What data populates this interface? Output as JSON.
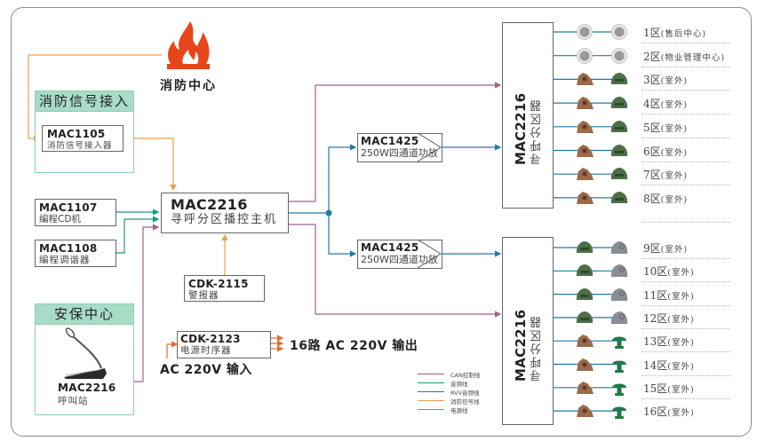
{
  "title_fire_center": "消防中心",
  "groups": {
    "fire_signal": {
      "title": "消防信号接入"
    },
    "security": {
      "title": "安保中心"
    }
  },
  "devices": {
    "mac1105": {
      "model": "MAC1105",
      "desc": "消防信号接入器"
    },
    "mac1107": {
      "model": "MAC1107",
      "desc": "编程CD机"
    },
    "mac1108": {
      "model": "MAC1108",
      "desc": "编程调谐器"
    },
    "main_host": {
      "model": "MAC2216",
      "desc": "寻呼分区播控主机"
    },
    "cdk2115": {
      "model": "CDK-2115",
      "desc": "警报器"
    },
    "cdk2123": {
      "model": "CDK-2123",
      "desc": "电源时序器"
    },
    "call_station": {
      "model": "MAC2216",
      "desc": "呼叫站"
    },
    "amp1": {
      "model": "MAC1425",
      "desc": "250W四通道功放"
    },
    "amp2": {
      "model": "MAC1425",
      "desc": "250W四通道功放"
    },
    "zoner1": {
      "model": "MAC2216",
      "desc": "寻呼分区器"
    },
    "zoner2": {
      "model": "MAC2216",
      "desc": "寻呼分区器"
    }
  },
  "power": {
    "input_label": "AC 220V 输入",
    "output_label": "16路 AC 220V 输出"
  },
  "zones": [
    {
      "name": "1区",
      "sub": "(售后中心)",
      "speakers": [
        "ceiling",
        "ceiling"
      ]
    },
    {
      "name": "2区",
      "sub": "(物业管理中心)",
      "speakers": [
        "ceiling",
        "ceiling"
      ]
    },
    {
      "name": "3区",
      "sub": "(室外)",
      "speakers": [
        "rock-brown",
        "frog-green"
      ]
    },
    {
      "name": "4区",
      "sub": "(室外)",
      "speakers": [
        "rock-brown",
        "frog-green"
      ]
    },
    {
      "name": "5区",
      "sub": "(室外)",
      "speakers": [
        "rock-brown",
        "frog-green"
      ]
    },
    {
      "name": "6区",
      "sub": "(室外)",
      "speakers": [
        "rock-brown",
        "frog-green"
      ]
    },
    {
      "name": "7区",
      "sub": "(室外)",
      "speakers": [
        "rock-brown",
        "frog-green"
      ]
    },
    {
      "name": "8区",
      "sub": "(室外)",
      "speakers": [
        "rock-brown",
        "frog-green"
      ]
    },
    {
      "name": "9区",
      "sub": "(室外)",
      "speakers": [
        "frog-green",
        "rock-grey"
      ]
    },
    {
      "name": "10区",
      "sub": "(室外)",
      "speakers": [
        "frog-green",
        "rock-grey"
      ]
    },
    {
      "name": "11区",
      "sub": "(室外)",
      "speakers": [
        "frog-green",
        "rock-grey"
      ]
    },
    {
      "name": "12区",
      "sub": "(室外)",
      "speakers": [
        "frog-green",
        "rock-grey"
      ]
    },
    {
      "name": "13区",
      "sub": "(室外)",
      "speakers": [
        "rock-brown",
        "mushroom-green"
      ]
    },
    {
      "name": "14区",
      "sub": "(室外)",
      "speakers": [
        "rock-brown",
        "mushroom-green"
      ]
    },
    {
      "name": "15区",
      "sub": "(室外)",
      "speakers": [
        "rock-brown",
        "mushroom-green"
      ]
    },
    {
      "name": "16区",
      "sub": "(室外)",
      "speakers": [
        "rock-brown",
        "mushroom-green"
      ]
    }
  ],
  "legend": [
    {
      "label": "CAN控制线",
      "color": "#a0608e"
    },
    {
      "label": "音频线",
      "color": "#1a9a7a"
    },
    {
      "label": "RVV音频线",
      "color": "#1f7aa8"
    },
    {
      "label": "消防信号线",
      "color": "#e8a050"
    },
    {
      "label": "电源线",
      "color": "#e07030"
    }
  ],
  "colors": {
    "can": "#a0608e",
    "audio": "#1a9a7a",
    "rvv": "#1f7aa8",
    "fire": "#e8a050",
    "power": "#e07030",
    "flame": "#e8461a",
    "group_header": "#a8dcc7"
  }
}
